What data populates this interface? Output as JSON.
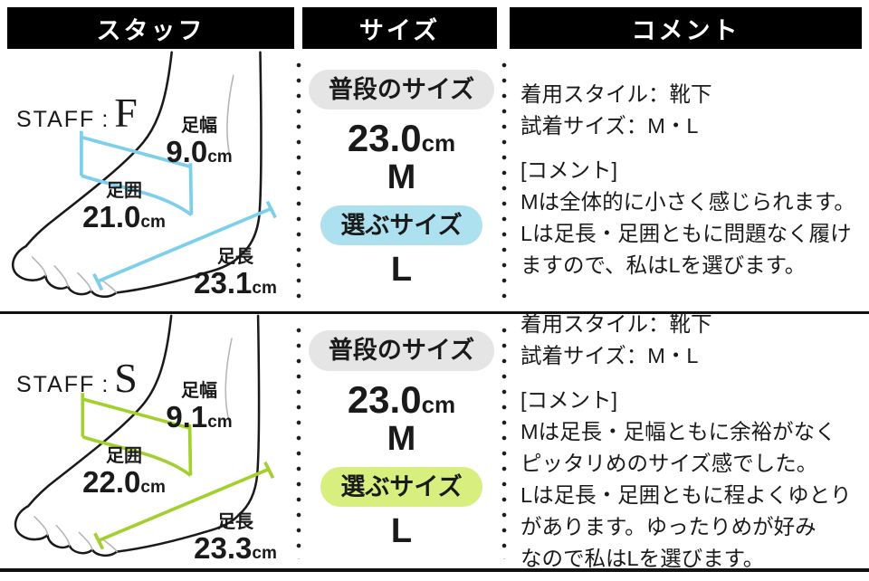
{
  "header": {
    "col_staff": "スタッフ",
    "col_size": "サイズ",
    "col_comment": "コメント"
  },
  "rows": [
    {
      "staff_prefix": "STAFF",
      "staff_colon": ":",
      "staff_initial": "F",
      "accent_color": "#7ed0ea",
      "choose_badge_color": "#aee1ef",
      "foot_width_label": "足幅",
      "foot_width_value": "9.0",
      "foot_width_unit": "cm",
      "foot_girth_label": "足囲",
      "foot_girth_value": "21.0",
      "foot_girth_unit": "cm",
      "foot_length_label": "足長",
      "foot_length_value": "23.1",
      "foot_length_unit": "cm",
      "usual_badge": "普段のサイズ",
      "usual_value": "23.0",
      "usual_unit": "cm",
      "usual_size": "M",
      "choose_badge": "選ぶサイズ",
      "choose_size": "L",
      "comment_style": "着用スタイル：靴下",
      "comment_tried": "試着サイズ：M・L",
      "comment_tag": "[コメント]",
      "comment_body": "Mは全体的に小さく感じられます。\nLは足長・足囲ともに問題なく履け\nますので、私はLを選びます。"
    },
    {
      "staff_prefix": "STAFF",
      "staff_colon": ":",
      "staff_initial": "S",
      "accent_color": "#a3d02f",
      "choose_badge_color": "#d8ee7f",
      "foot_width_label": "足幅",
      "foot_width_value": "9.1",
      "foot_width_unit": "cm",
      "foot_girth_label": "足囲",
      "foot_girth_value": "22.0",
      "foot_girth_unit": "cm",
      "foot_length_label": "足長",
      "foot_length_value": "23.3",
      "foot_length_unit": "cm",
      "usual_badge": "普段のサイズ",
      "usual_value": "23.0",
      "usual_unit": "cm",
      "usual_size": "M",
      "choose_badge": "選ぶサイズ",
      "choose_size": "L",
      "comment_style": "着用スタイル：靴下",
      "comment_tried": "試着サイズ：M・L",
      "comment_tag": "[コメント]",
      "comment_body": "Mは足長・足幅ともに余裕がなく\nピッタリめのサイズ感でした。\nLは足長・足囲ともに程よくゆとり\nがあります。ゆったりめが好み\nなので私はLを選びます。"
    }
  ]
}
